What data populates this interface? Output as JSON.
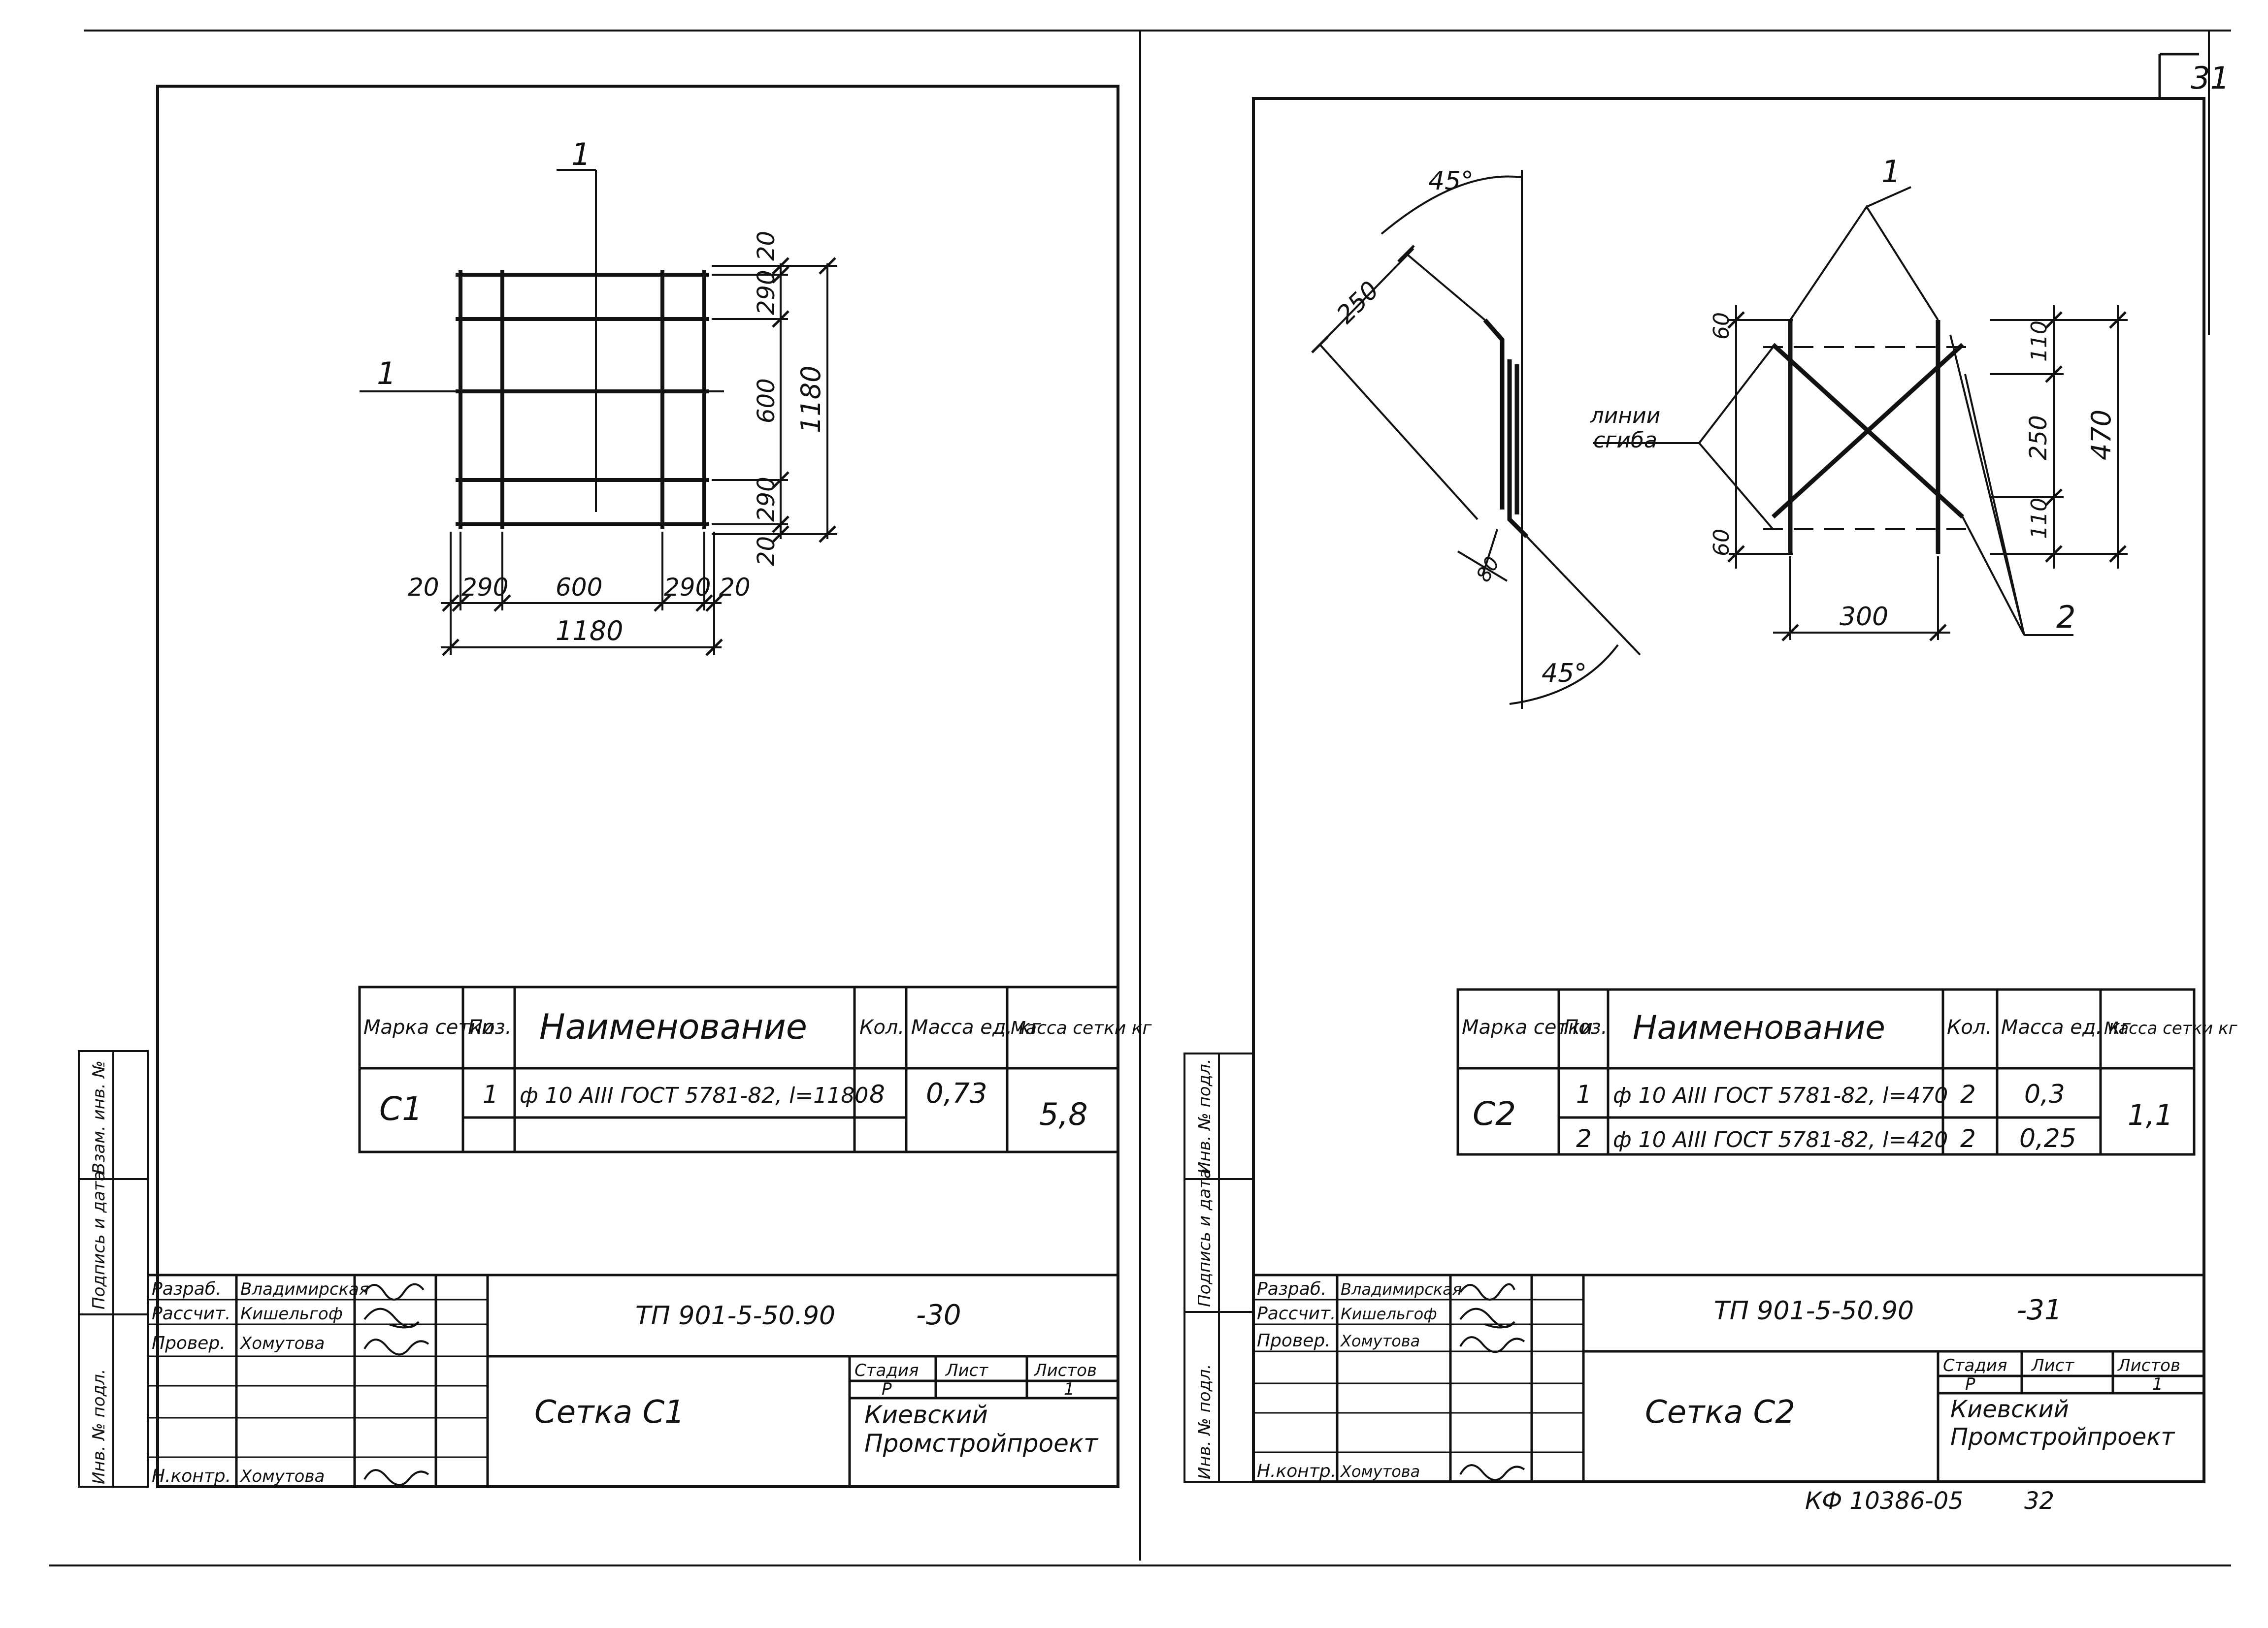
{
  "top_sheet_number": "31",
  "sheet_left": {
    "drawing": {
      "section_mark_top": "1",
      "section_mark_left": "1",
      "dims_bottom": [
        "20",
        "290",
        "600",
        "290",
        "20"
      ],
      "dim_bottom_total": "1180",
      "dims_right": [
        "20",
        "290",
        "600",
        "290",
        "20"
      ],
      "dim_right_total": "1180"
    },
    "spec_table": {
      "headers": [
        "Марка сетки",
        "Поз.",
        "Наименование",
        "Кол.",
        "Масса ед. кг",
        "Масса сетки кг"
      ],
      "mark": "С1",
      "rows": [
        {
          "pos": "1",
          "name": "ф 10 AIII ГОСТ 5781-82, l=1180",
          "qty": "8",
          "unit_mass": "0,73"
        }
      ],
      "total_mass": "5,8"
    },
    "side_stamp": [
      "Инв. № подл.",
      "Подпись и дата",
      "Взам. инв. №"
    ],
    "title_block": {
      "roles": [
        {
          "role": "Разраб.",
          "name": "Владимирская"
        },
        {
          "role": "Рассчит.",
          "name": "Кишельгоф"
        },
        {
          "role": "Провер.",
          "name": "Хомутова"
        },
        {
          "role": "",
          "name": ""
        },
        {
          "role": "",
          "name": ""
        },
        {
          "role": "Н.контр.",
          "name": "Хомутова"
        }
      ],
      "code": "ТП 901-5-50.90",
      "code_suffix": "-30",
      "sheet_title": "Сетка С1",
      "stage_header": "Стадия",
      "sheet_header": "Лист",
      "sheets_header": "Листов",
      "stage_value": "Р",
      "sheets_value": "1",
      "organization": "Киевский Промстройпроект"
    }
  },
  "sheet_right": {
    "drawing": {
      "section_mark": "1",
      "position_mark": "2",
      "angle_top": "45°",
      "angle_bottom": "45°",
      "dim_diag": "250",
      "dim_small": "80",
      "bend_label": "линии сгиба",
      "dim_left_top": "60",
      "dim_left_bottom": "60",
      "dims_right": [
        "110",
        "250",
        "110"
      ],
      "dim_right_total": "470",
      "dim_bottom": "300"
    },
    "spec_table": {
      "headers": [
        "Марка сетки",
        "Поз.",
        "Наименование",
        "Кол.",
        "Масса ед. кг",
        "Масса сетки кг"
      ],
      "mark": "С2",
      "rows": [
        {
          "pos": "1",
          "name": "ф 10 AIII ГОСТ 5781-82, l=470",
          "qty": "2",
          "unit_mass": "0,3"
        },
        {
          "pos": "2",
          "name": "ф 10 AIII ГОСТ 5781-82, l=420",
          "qty": "2",
          "unit_mass": "0,25"
        }
      ],
      "total_mass": "1,1"
    },
    "side_stamp": [
      "Инв. № подл.",
      "Подпись и дата",
      "Инв. № подл."
    ],
    "title_block": {
      "roles": [
        {
          "role": "Разраб.",
          "name": "Владимирская"
        },
        {
          "role": "Рассчит.",
          "name": "Кишельгоф"
        },
        {
          "role": "Провер.",
          "name": "Хомутова"
        },
        {
          "role": "",
          "name": ""
        },
        {
          "role": "",
          "name": ""
        },
        {
          "role": "Н.контр.",
          "name": "Хомутова"
        }
      ],
      "code": "ТП 901-5-50.90",
      "code_suffix": "-31",
      "sheet_title": "Сетка С2",
      "stage_header": "Стадия",
      "sheet_header": "Лист",
      "sheets_header": "Листов",
      "stage_value": "Р",
      "sheets_value": "1",
      "organization": "Киевский Промстройпроект"
    }
  },
  "archive_code": "КФ 10386-05",
  "archive_page": "32"
}
